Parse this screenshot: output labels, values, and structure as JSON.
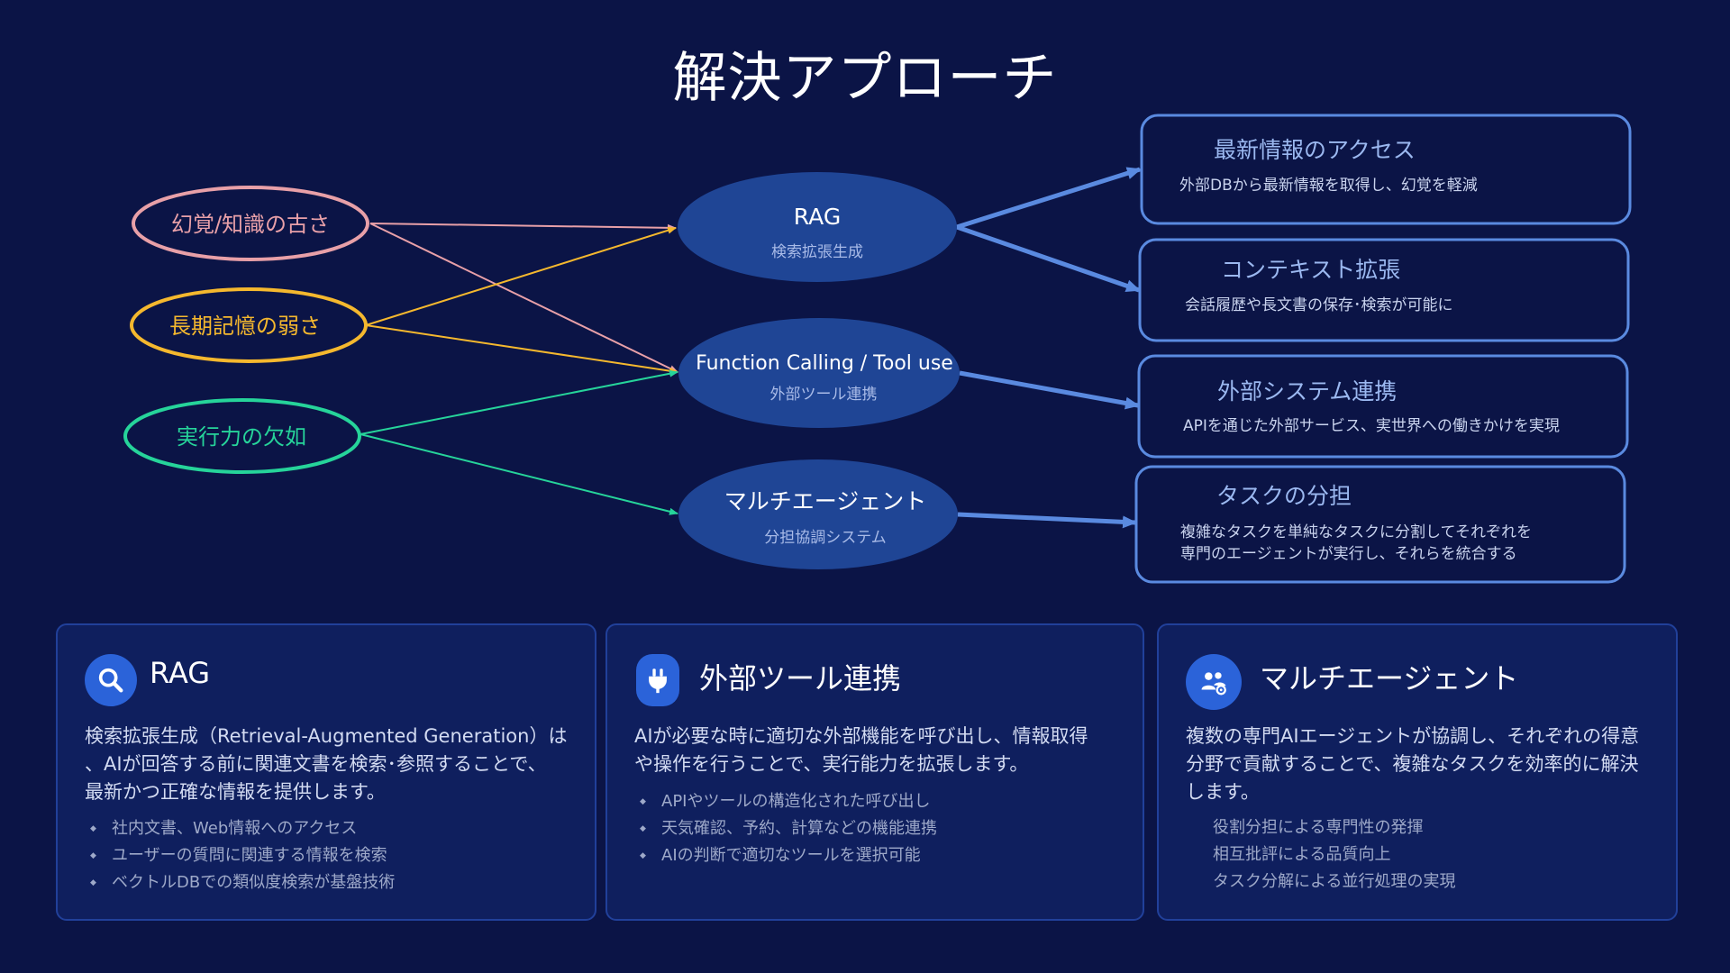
{
  "title": "解決アプローチ",
  "problems": [
    {
      "label": "幻覚/知識の古さ",
      "color": "#e8a0a8"
    },
    {
      "label": "長期記憶の弱さ",
      "color": "#f5b82e"
    },
    {
      "label": "実行力の欠如",
      "color": "#26d49a"
    }
  ],
  "solutions": [
    {
      "label": "RAG",
      "sub": "検索拡張生成"
    },
    {
      "label": "Function Calling / Tool use",
      "sub": "外部ツール連携"
    },
    {
      "label": "マルチエージェント",
      "sub": "分担協調システム"
    }
  ],
  "outcomes": [
    {
      "title": "最新情報のアクセス",
      "desc": [
        "外部DBから最新情報を取得し、幻覚を軽減"
      ]
    },
    {
      "title": "コンテキスト拡張",
      "desc": [
        "会話履歴や長文書の保存･検索が可能に"
      ]
    },
    {
      "title": "外部システム連携",
      "desc": [
        "APIを通じた外部サービス、実世界への働きかけを実現"
      ]
    },
    {
      "title": "タスクの分担",
      "desc": [
        "複雑なタスクを単純なタスクに分割してそれぞれを",
        "専門のエージェントが実行し、それらを統合する"
      ]
    }
  ],
  "colors": {
    "background": "#0b1446",
    "solution_fill": "#1f4595",
    "outcome_border": "#5a8ae0",
    "card_bg": "#0f1f5e",
    "icon_bg": "#2b63d9"
  },
  "cards": [
    {
      "icon": "search-icon",
      "title": "RAG",
      "desc": [
        "検索拡張生成（Retrieval-Augmented Generation）は",
        "、AIが回答する前に関連文書を検索･参照することで、",
        "最新かつ正確な情報を提供します。"
      ],
      "items": [
        "社内文書、Web情報へのアクセス",
        "ユーザーの質問に関連する情報を検索",
        "ベクトルDBでの類似度検索が基盤技術"
      ]
    },
    {
      "icon": "plug-icon",
      "title": "外部ツール連携",
      "desc": [
        "AIが必要な時に適切な外部機能を呼び出し、情報取得",
        "や操作を行うことで、実行能力を拡張します。"
      ],
      "items": [
        "APIやツールの構造化された呼び出し",
        "天気確認、予約、計算などの機能連携",
        "AIの判断で適切なツールを選択可能"
      ]
    },
    {
      "icon": "users-gear-icon",
      "title": "マルチエージェント",
      "desc": [
        "複数の専門AIエージェントが協調し、それぞれの得意",
        "分野で貢献することで、複雑なタスクを効率的に解決",
        "します。"
      ],
      "items": [
        "役割分担による専門性の発揮",
        "相互批評による品質向上",
        "タスク分解による並行処理の実現"
      ]
    }
  ]
}
